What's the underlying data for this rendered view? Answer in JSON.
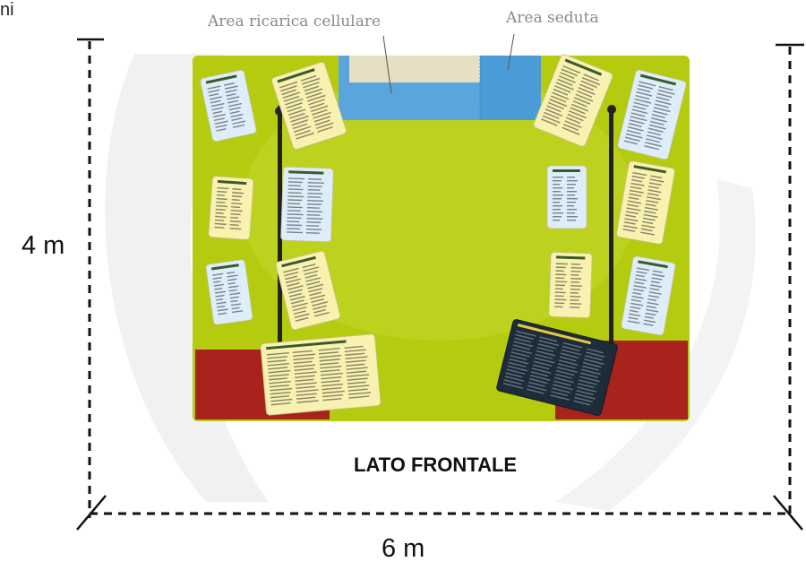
{
  "corner_text": "ni",
  "labels": {
    "charging_area": "Area ricarica cellulare",
    "seating_area": "Area seduta",
    "depth": "4 m",
    "width": "6 m",
    "front_side": "LATO FRONTALE"
  },
  "colors": {
    "floor": "#b6cc14",
    "floor_light": "#c8da2a",
    "blue_zone": "#5aa6dc",
    "beige_zone": "#e8e0c4",
    "red_zone": "#a8231c",
    "panel_yellow": "#f8f1b0",
    "panel_blue": "#ddeefa",
    "panel_dark": "#1e2b38",
    "dash_line": "#111111"
  },
  "panel_icons": [
    "info-panel-icon"
  ]
}
